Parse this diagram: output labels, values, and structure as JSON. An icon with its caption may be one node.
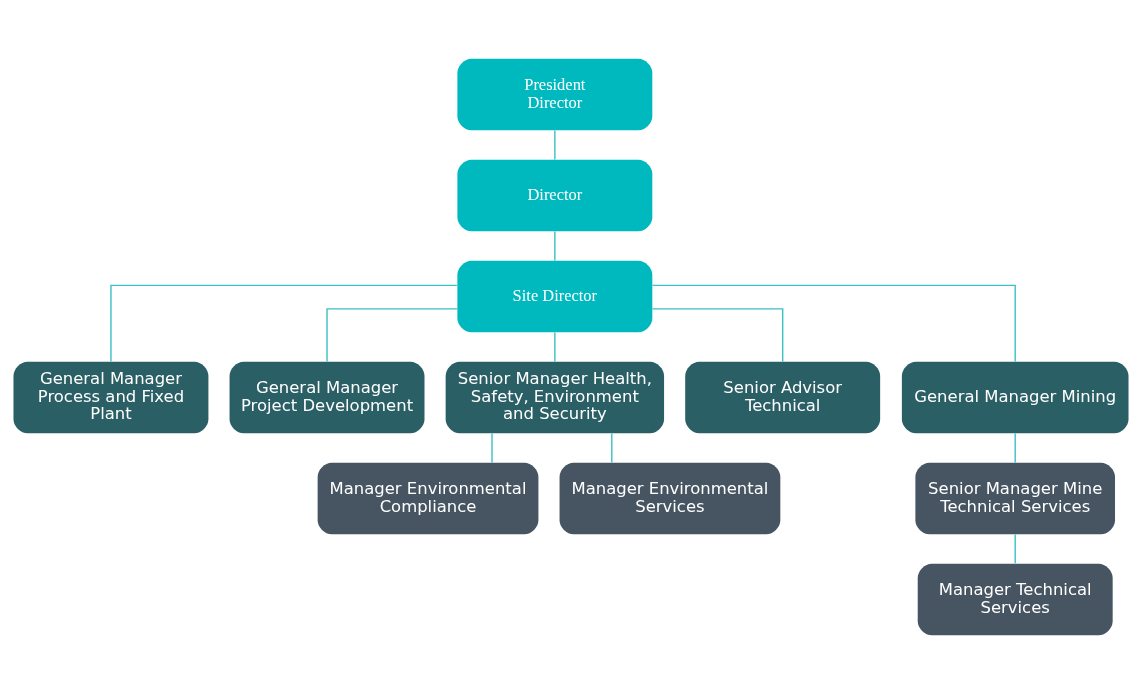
{
  "diagram": {
    "nodes": [
      {
        "text": [
          "President Director"
        ]
      },
      {
        "text": [
          "Director"
        ]
      },
      {
        "text": [
          "Site Director"
        ]
      },
      {
        "text": [
          "General Manager Process and Fixed Plant"
        ]
      },
      {
        "text": [
          "General Manager Project Development"
        ]
      },
      {
        "text": [
          "Senior Manager Health, Safety, Environment and Security"
        ]
      },
      {
        "text": [
          "Senior Advisor Technical"
        ]
      },
      {
        "text": [
          "General Manager Mining"
        ]
      },
      {
        "text": [
          "Manager Environmental Compliance"
        ]
      },
      {
        "text": [
          "Manager Environmental Services"
        ]
      },
      {
        "text": [
          "Senior Manager Mine Technical Services"
        ]
      },
      {
        "text": [
          "Manager Technical Services"
        ]
      }
    ],
    "edges": [
      {
        "from": 0,
        "to": 1,
        "arrow": "none"
      },
      {
        "from": 1,
        "to": 2,
        "arrow": "none"
      },
      {
        "from": 2,
        "to": 3,
        "arrow": "none"
      },
      {
        "from": 2,
        "to": 4,
        "arrow": "none"
      },
      {
        "from": 2,
        "to": 5,
        "arrow": "none"
      },
      {
        "from": 2,
        "to": 6,
        "arrow": "none"
      },
      {
        "from": 2,
        "to": 7,
        "arrow": "none"
      },
      {
        "from": 5,
        "to": 8,
        "arrow": "none"
      },
      {
        "from": 5,
        "to": 9,
        "arrow": "none"
      },
      {
        "from": 7,
        "to": 10,
        "arrow": "none"
      },
      {
        "from": 10,
        "to": 11,
        "arrow": "none"
      }
    ]
  }
}
